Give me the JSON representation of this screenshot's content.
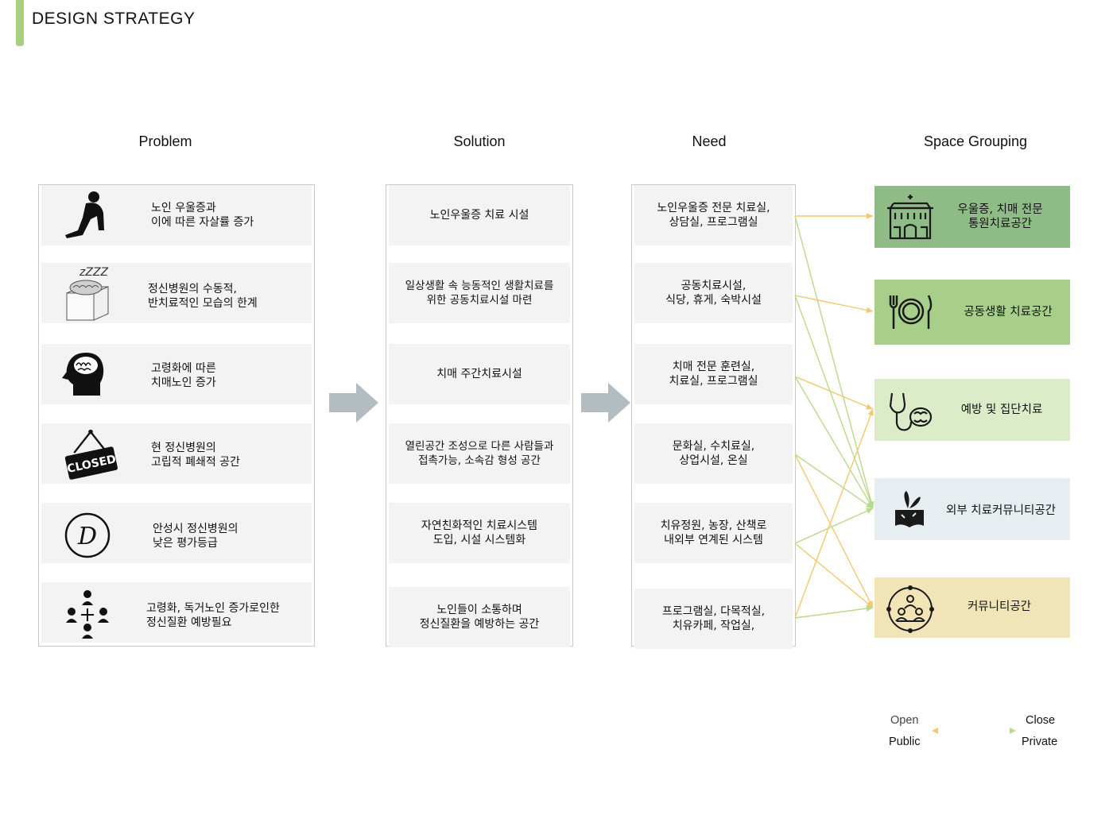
{
  "page_title": "DESIGN STRATEGY",
  "columns": {
    "problem": "Problem",
    "solution": "Solution",
    "need": "Need",
    "space_grouping": "Space Grouping"
  },
  "problems": [
    {
      "text": "노인 우울증과\n이에 따른 자살률 증가",
      "icon": "sitting-person-icon"
    },
    {
      "text": "정신병원의 수동적,\n반치료적인 모습의 한계",
      "icon": "sleeping-brain-icon",
      "icon_text": "zZZZ"
    },
    {
      "text": "고령화에 따른\n치매노인 증가",
      "icon": "head-brain-icon"
    },
    {
      "text": "현 정신병원의\n고립적 폐쇄적 공간",
      "icon": "closed-sign-icon",
      "icon_text": "CLOSED"
    },
    {
      "text": "안성시 정신병원의\n낮은 평가등급",
      "icon": "grade-d-icon",
      "icon_text": "D"
    },
    {
      "text": "고령화, 독거노인 증가로인한\n정신질환 예방필요",
      "icon": "people-network-icon"
    }
  ],
  "solutions": [
    "노인우울증 치료 시설",
    "일상생활 속 능동적인 생활치료를\n위한 공동치료시설 마련",
    "치매 주간치료시설",
    "열린공간 조성으로 다른 사람들과\n접촉가능, 소속감 형성 공간",
    "자연친화적인 치료시스템\n도입, 시설 시스템화",
    "노인들이 소통하며\n정신질환을 예방하는 공간"
  ],
  "needs": [
    "노인우울증 전문 치료실,\n상담실, 프로그램실",
    "공동치료시설,\n식당, 휴게, 숙박시설",
    "치매 전문 훈련실,\n치료실, 프로그램실",
    "문화실, 수치료실,\n상업시설, 온실",
    "치유정원, 농장, 산책로\n내외부 연계된 시스템",
    "프로그램실, 다목적실,\n치유카페, 작업실,"
  ],
  "space_groups": [
    {
      "label": "우울증, 치매 전문\n통원치료공간",
      "icon": "hospital-building-icon",
      "color": "#8fbb87"
    },
    {
      "label": "공동생활 치료공간",
      "icon": "dining-plate-icon",
      "color": "#a7cf8a"
    },
    {
      "label": "예방 및 집단치료",
      "icon": "stethoscope-brain-icon",
      "color": "#dcecc9"
    },
    {
      "label": "외부 치료커뮤니티공간",
      "icon": "plant-soil-icon",
      "color": "#e7eef2"
    },
    {
      "label": "커뮤니티공간",
      "icon": "community-circle-icon",
      "color": "#f1e5b8"
    }
  ],
  "links": [
    {
      "from": 0,
      "to": 0,
      "color": "#f2c96b"
    },
    {
      "from": 0,
      "to": 3,
      "color": "#b9d98b"
    },
    {
      "from": 1,
      "to": 1,
      "color": "#f2c96b"
    },
    {
      "from": 1,
      "to": 3,
      "color": "#b9d98b"
    },
    {
      "from": 2,
      "to": 2,
      "color": "#f2c96b"
    },
    {
      "from": 2,
      "to": 3,
      "color": "#b9d98b"
    },
    {
      "from": 3,
      "to": 3,
      "color": "#b9d98b"
    },
    {
      "from": 3,
      "to": 4,
      "color": "#f2c96b"
    },
    {
      "from": 4,
      "to": 3,
      "color": "#b9d98b"
    },
    {
      "from": 4,
      "to": 4,
      "color": "#f2c96b"
    },
    {
      "from": 5,
      "to": 2,
      "color": "#f2c96b"
    },
    {
      "from": 5,
      "to": 4,
      "color": "#b9d98b"
    }
  ],
  "legend": {
    "open": "Open",
    "public": "Public",
    "close": "Close",
    "private": "Private",
    "gradient_start": "#f2c96b",
    "gradient_end": "#b9d98b"
  }
}
